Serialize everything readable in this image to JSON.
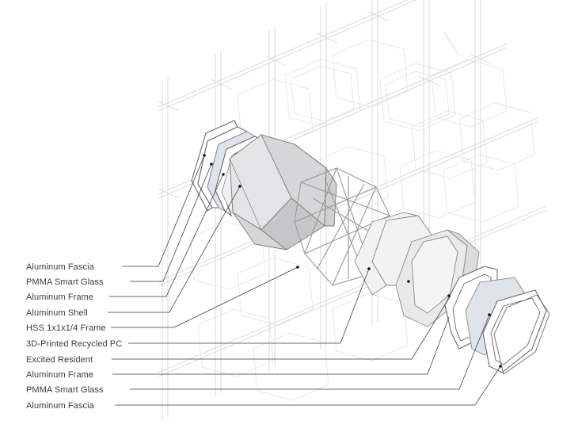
{
  "labels": [
    "Aluminum Fascia",
    "PMMA Smart Glass",
    "Aluminum Frame",
    "Aluminum Shell",
    "HSS 1x1x1/4 Frame",
    "3D-Printed Recycled PC",
    "Excited Resident",
    "Aluminum Frame",
    "PMMA Smart Glass",
    "Aluminum Fascia"
  ]
}
